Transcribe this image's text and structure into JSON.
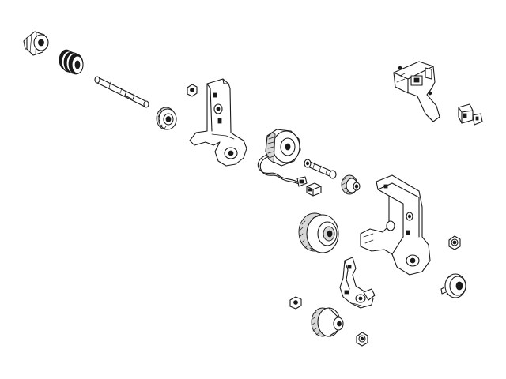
{
  "diagram": {
    "type": "exploded-parts-view",
    "line_color": "#1a1a1a",
    "background": "#ffffff",
    "parts": [
      "shaft-bushing",
      "compression-spring",
      "shaft",
      "small-gear",
      "nut",
      "left-mounting-bracket",
      "motor-with-gear",
      "motor-cable-with-connector",
      "cable-connector",
      "pin-shaft",
      "small-pinion-gear",
      "sensor-bracket-assembly",
      "sensor-connector",
      "right-mounting-bracket",
      "large-drive-gear",
      "nut",
      "idler-pulley",
      "lever-arm-assembly",
      "nut",
      "medium-gear",
      "nut"
    ]
  }
}
